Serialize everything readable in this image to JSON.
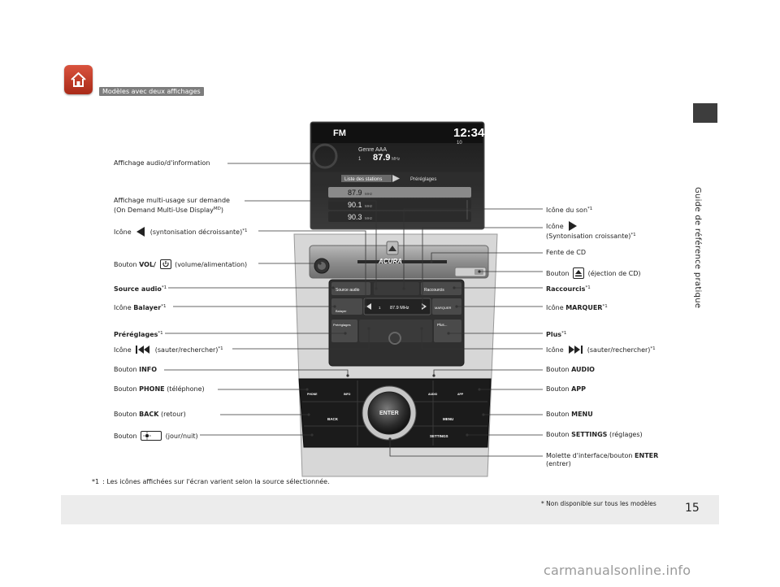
{
  "badge": "Modèles avec deux affichages",
  "side_label": "Guide de référence pratique",
  "screen": {
    "band": "FM",
    "clock": "12:34",
    "genre": "Genre AAA",
    "preset_num": "1",
    "frequency": "87.9",
    "freq_unit": "MHz",
    "volume": "10",
    "tab_list": "Liste des stations",
    "tab_presets": "Préréglages",
    "stations": [
      "87.9",
      "90.1",
      "90.3"
    ],
    "station_unit": "MHz"
  },
  "panel": {
    "brand": "ACURA",
    "soft_source": "Source audio",
    "soft_shortcuts": "Raccourcis",
    "soft_balance": "Balayer",
    "soft_freq": "87.9 MHz",
    "soft_preset_idx": "1",
    "soft_marker": "MARQUER",
    "soft_presets": "Préréglages",
    "soft_plus": "Plus...",
    "btn_phone": "PHONE",
    "btn_info": "INFO",
    "btn_audio": "AUDIO",
    "btn_app": "APP",
    "btn_back": "BACK",
    "btn_menu": "MENU",
    "btn_settings": "SETTINGS",
    "knob": "ENTER"
  },
  "labels_left": {
    "audio_display": "Affichage audio/d'information",
    "odmd_1": "Affichage multi-usage sur demande",
    "odmd_2": "(On Demand Multi-Use Display",
    "odmd_sup": "MD",
    "odmd_close": ")",
    "tune_down_pre": "Icône",
    "tune_down_post": "(syntonisation décroissante)",
    "vol_pre": "Bouton",
    "vol_bold": "VOL/",
    "vol_post": "(volume/alimentation)",
    "source": "Source audio",
    "balance_pre": "Icône",
    "balance_bold": "Balayer",
    "presets": "Préréglages",
    "skip_back_pre": "Icône",
    "skip_back_post": "(sauter/rechercher)",
    "info_pre": "Bouton",
    "info_bold": "INFO",
    "phone_pre": "Bouton",
    "phone_bold": "PHONE",
    "phone_post": "(téléphone)",
    "back_pre": "Bouton",
    "back_bold": "BACK",
    "back_post": "(retour)",
    "daynight_pre": "Bouton",
    "daynight_post": "(jour/nuit)"
  },
  "labels_right": {
    "sound_icon": "Icône du son",
    "tune_up_pre": "Icône",
    "tune_up_2": "(Syntonisation croissante)",
    "cd_slot": "Fente de CD",
    "eject_pre": "Bouton",
    "eject_post": "(éjection de CD)",
    "shortcuts": "Raccourcis",
    "marker_pre": "Icône",
    "marker_bold": "MARQUER",
    "plus": "Plus",
    "skip_fwd_pre": "Icône",
    "skip_fwd_post": "(sauter/rechercher)",
    "audio_pre": "Bouton",
    "audio_bold": "AUDIO",
    "app_pre": "Bouton",
    "app_bold": "APP",
    "menu_pre": "Bouton",
    "menu_bold": "MENU",
    "settings_pre": "Bouton",
    "settings_bold": "SETTINGS",
    "settings_post": "(réglages)",
    "knob_pre": "Molette d'interface/bouton",
    "knob_bold": "ENTER",
    "knob_2": "(entrer)"
  },
  "footnote_mark": "*1",
  "footnote_marker": "*1",
  "footnote": ": Les icônes affichées sur l'écran varient selon la source sélectionnée.",
  "footer_star": "*",
  "footer_note": "Non disponible sur tous les modèles",
  "page_number": "15",
  "watermark": "carmanualsonline.info",
  "colors": {
    "home_button": "#c63d28",
    "badge_bg": "#7d7d7d",
    "side_tab": "#3d3d3d",
    "footer_band": "#ececec"
  }
}
